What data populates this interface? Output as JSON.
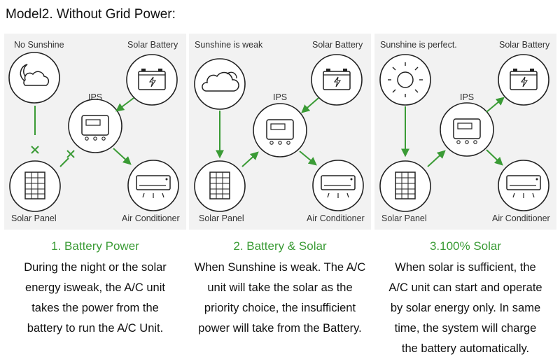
{
  "page_title": "Model2. Without Grid Power:",
  "colors": {
    "accent_green": "#3a9b35",
    "panel_bg": "#f2f2f2",
    "node_fill": "#ffffff",
    "stroke": "#222222"
  },
  "panels": [
    {
      "source_label": "No Sunshine",
      "source_icon": "moon-cloud-icon",
      "battery_label": "Solar Battery",
      "ips_label": "IPS",
      "panel_label": "Solar Panel",
      "ac_label": "Air Conditioner",
      "caption_title": "1. Battery Power",
      "caption_lines": [
        "During the night or the solar",
        "energy isweak, the A/C unit",
        "takes the power from the",
        "battery to run the A/C Unit."
      ]
    },
    {
      "source_label": "Sunshine is weak",
      "source_icon": "cloud-icon",
      "battery_label": "Solar Battery",
      "ips_label": "IPS",
      "panel_label": "Solar Panel",
      "ac_label": "Air Conditioner",
      "caption_title": "2. Battery & Solar",
      "caption_lines": [
        "When Sunshine is weak. The A/C",
        "unit will take the solar as the",
        "priority choice, the insufficient",
        "power will take from the Battery."
      ]
    },
    {
      "source_label": "Sunshine is perfect.",
      "source_icon": "sun-icon",
      "battery_label": "Solar Battery",
      "ips_label": "IPS",
      "panel_label": "Solar Panel",
      "ac_label": "Air Conditioner",
      "caption_title": "3.100% Solar",
      "caption_lines": [
        "When solar is sufficient, the",
        "A/C unit can start and operate",
        "by solar energy only. In same",
        "time, the system will charge",
        "the battery automatically."
      ]
    }
  ]
}
